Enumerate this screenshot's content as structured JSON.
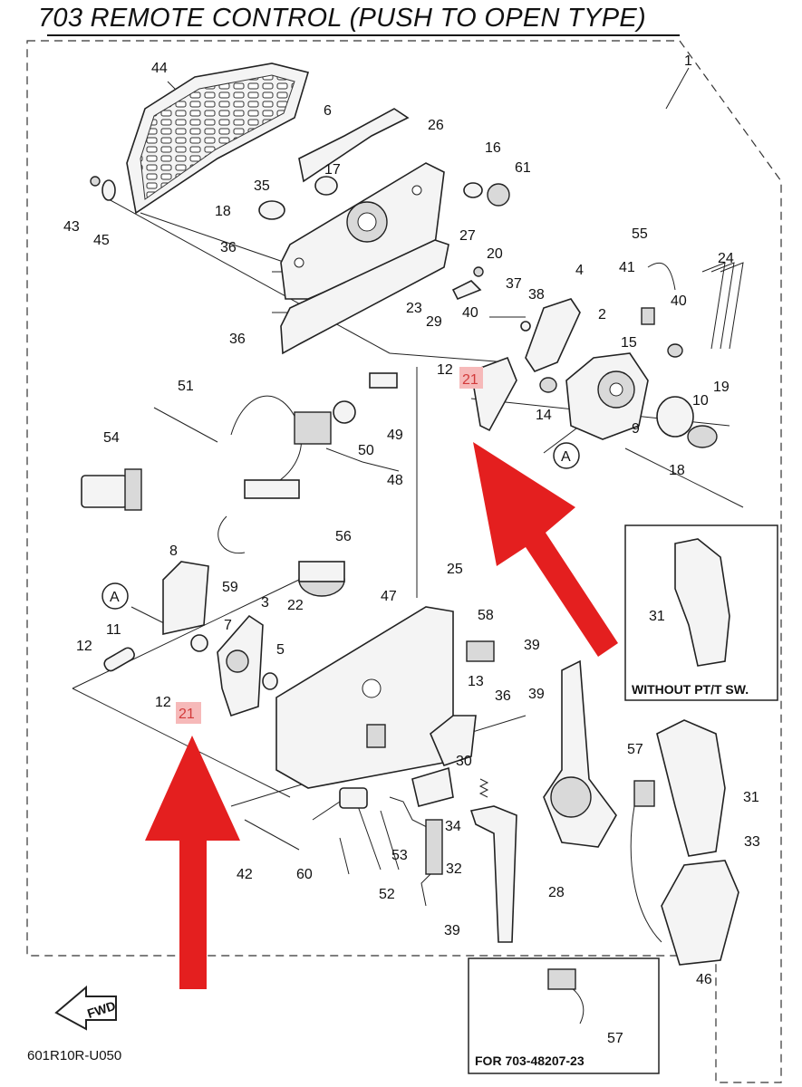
{
  "title": "703 REMOTE CONTROL (PUSH TO OPEN TYPE)",
  "diagram_code": "601R10R-U050",
  "fwd_label": "FWD",
  "callout_A": "A",
  "highlight_color": "#f6b9b9",
  "arrow_color": "#e41f1f",
  "insets": {
    "without_pt": {
      "caption": "WITHOUT PT/T SW.",
      "part": "31"
    },
    "for_703": {
      "caption": "FOR 703-48207-23",
      "part": "57"
    }
  },
  "labels": {
    "l1": "1",
    "l2": "2",
    "l3": "3",
    "l4": "4",
    "l5": "5",
    "l6": "6",
    "l7": "7",
    "l8": "8",
    "l9": "9",
    "l10": "10",
    "l11": "11",
    "l12a": "12",
    "l12b": "12",
    "l12c": "12",
    "l13": "13",
    "l14": "14",
    "l15": "15",
    "l16": "16",
    "l17": "17",
    "l18a": "18",
    "l18b": "18",
    "l19": "19",
    "l20": "20",
    "l21a": "21",
    "l21b": "21",
    "l22": "22",
    "l23": "23",
    "l24": "24",
    "l25": "25",
    "l26": "26",
    "l27": "27",
    "l28": "28",
    "l29": "29",
    "l30": "30",
    "l31": "31",
    "l32": "32",
    "l33": "33",
    "l34": "34",
    "l35": "35",
    "l36a": "36",
    "l36b": "36",
    "l36c": "36",
    "l37": "37",
    "l38": "38",
    "l39a": "39",
    "l39b": "39",
    "l39c": "39",
    "l40a": "40",
    "l40b": "40",
    "l41": "41",
    "l42": "42",
    "l43": "43",
    "l44": "44",
    "l45": "45",
    "l46": "46",
    "l47": "47",
    "l48": "48",
    "l49": "49",
    "l50": "50",
    "l51": "51",
    "l52": "52",
    "l53": "53",
    "l54": "54",
    "l55": "55",
    "l56": "56",
    "l57": "57",
    "l58": "58",
    "l59": "59",
    "l60": "60",
    "l61": "61"
  }
}
